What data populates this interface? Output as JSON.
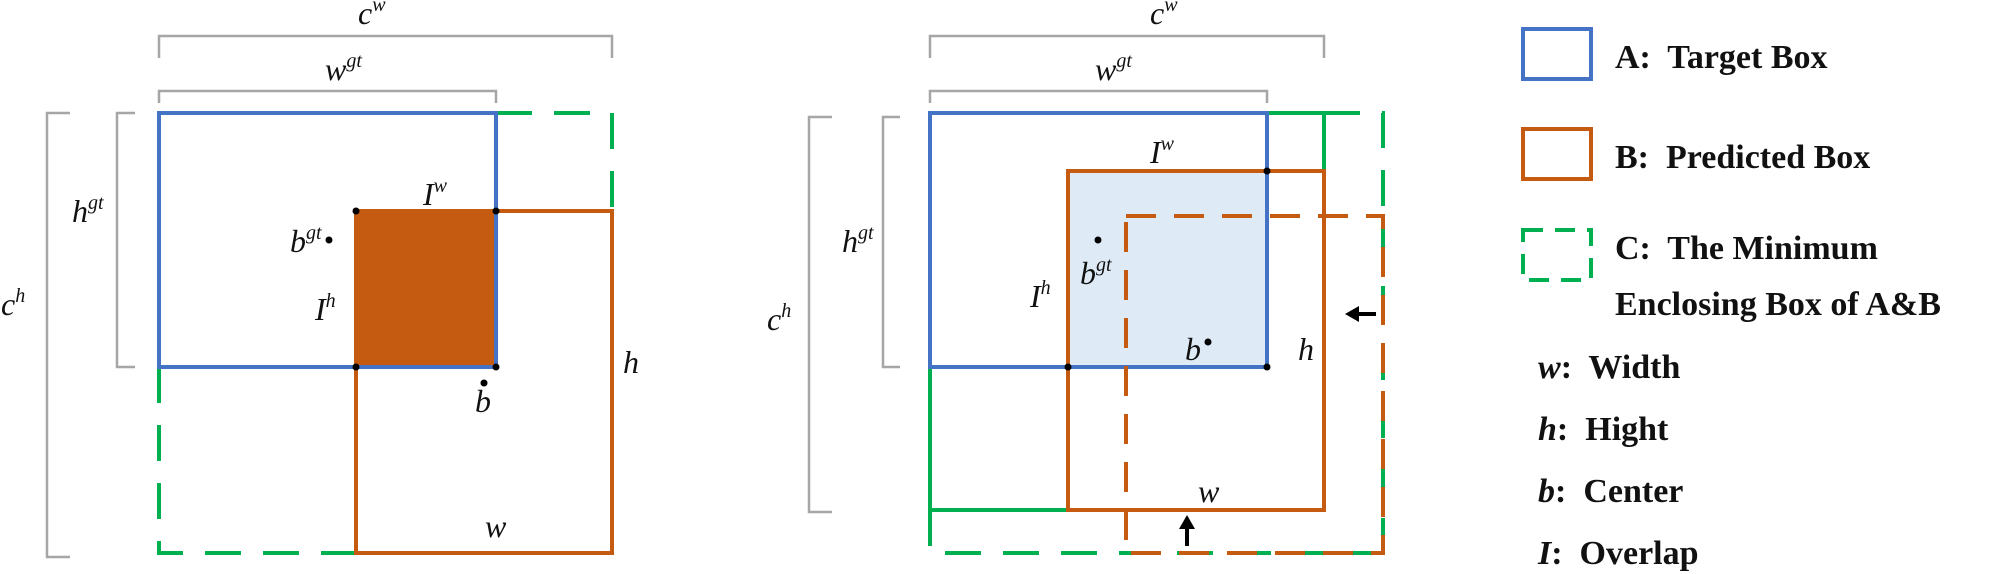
{
  "colors": {
    "target": "#4472C4",
    "predicted": "#C55A11",
    "enclosing": "#00B050",
    "overlap_fill": "#DEEBF7",
    "bracket": "#A6A6A6",
    "text": "#111111"
  },
  "math": {
    "c": "c",
    "w_sup": "w",
    "h_sup": "h",
    "w": "w",
    "gt": "gt",
    "h": "h",
    "b": "b",
    "I": "I"
  },
  "legend": {
    "a_label": "A:  Target Box",
    "b_label": "B:  Predicted Box",
    "c_label_1": "C:  The Minimum",
    "c_label_2": "Enclosing Box of A&B",
    "w_key": "w",
    "w_desc": ":  Width",
    "h_key": "h",
    "h_desc": ":  Hight",
    "b_key": "b",
    "b_desc": ":  Center",
    "i_key": "I",
    "i_desc": ":  Overlap"
  }
}
